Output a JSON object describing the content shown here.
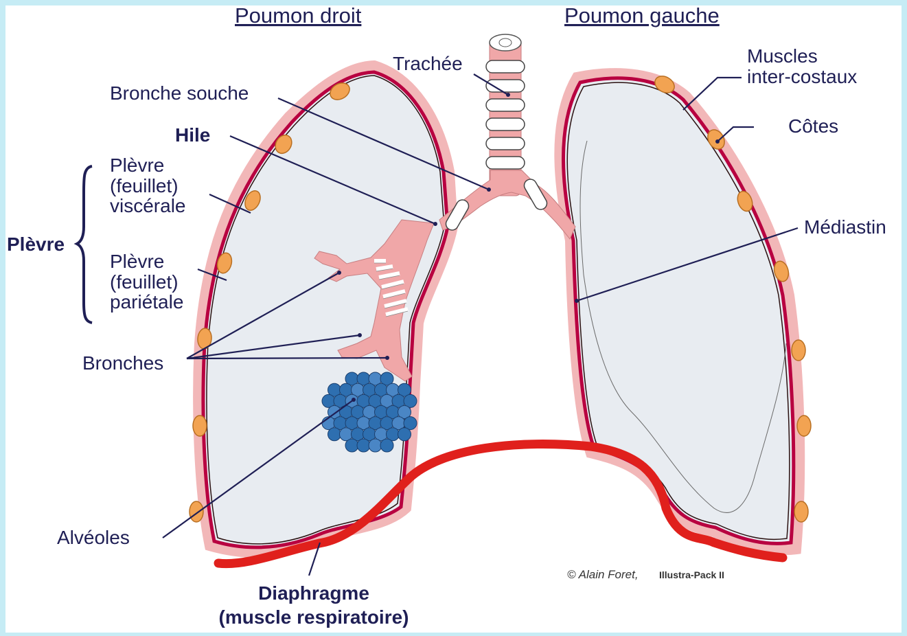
{
  "titles": {
    "right_lung": "Poumon droit",
    "left_lung": "Poumon gauche"
  },
  "labels": {
    "trachea": "Trachée",
    "main_bronchus": "Bronche souche",
    "hilum": "Hile",
    "visceral_pleura": [
      "Plèvre",
      "(feuillet)",
      "viscérale"
    ],
    "pleura": "Plèvre",
    "parietal_pleura": [
      "Plèvre",
      "(feuillet)",
      "pariétale"
    ],
    "bronchi": "Bronches",
    "alveoli": "Alvéoles",
    "diaphragm": [
      "Diaphragme",
      "(muscle respiratoire)"
    ],
    "intercostal_muscles": [
      "Muscles",
      "inter-costaux"
    ],
    "ribs": "Côtes",
    "mediastinum": "Médiastin"
  },
  "credit": {
    "author": "© Alain Foret,",
    "pack": "Illustra-Pack II"
  },
  "colors": {
    "background": "#c6ecf5",
    "lung_fill": "#e8ecf1",
    "pleura_outline": "#b80040",
    "diaphragm": "#e0201c",
    "rib": "#f2a352",
    "bronchus_pink": "#f0a7a8",
    "alveoli_blue": "#2e6fb0",
    "label_text": "#1f1f55"
  }
}
